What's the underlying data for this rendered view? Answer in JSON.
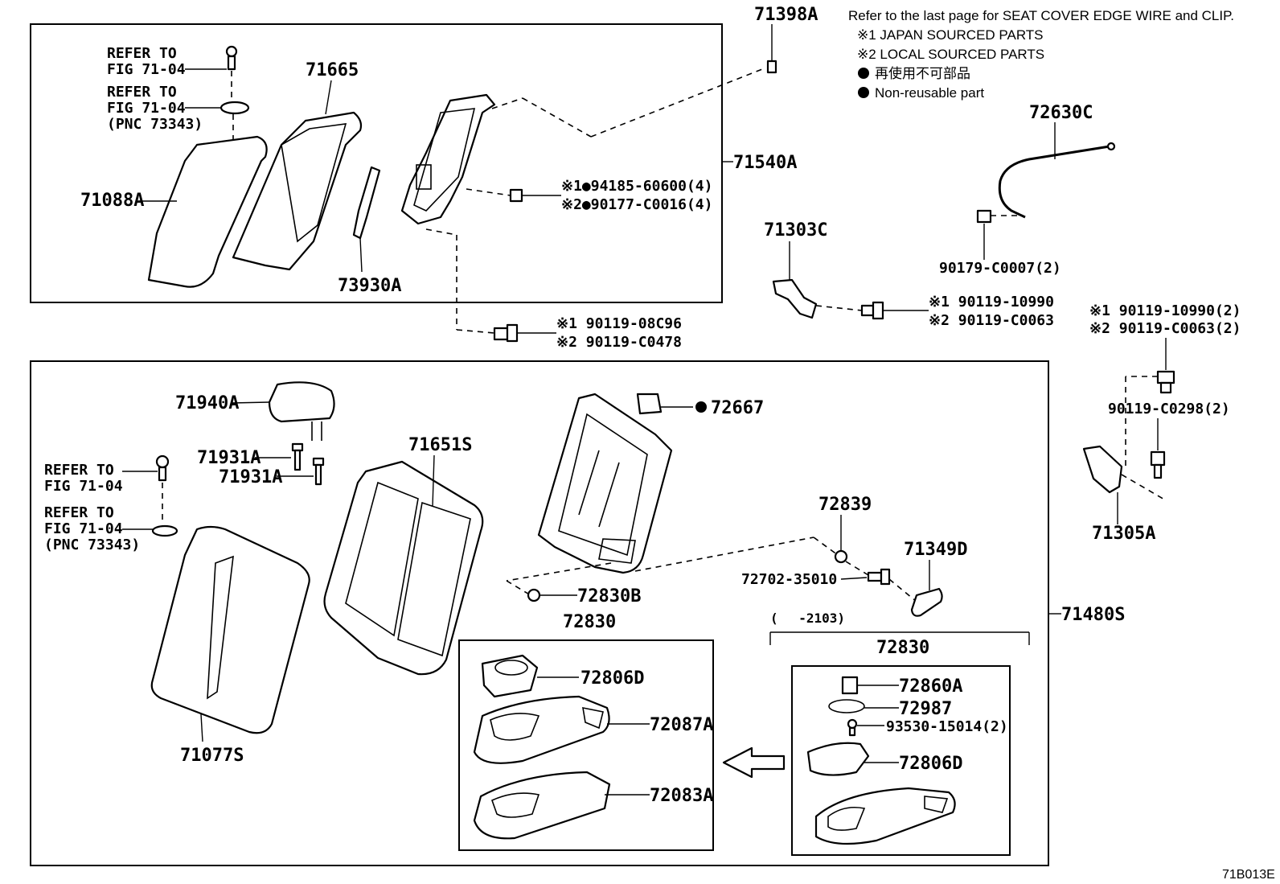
{
  "notes": {
    "refer_last_page": "Refer to the last page for SEAT COVER EDGE WIRE and CLIP.",
    "japan_sourced": "※1 JAPAN SOURCED PARTS",
    "local_sourced": "※2 LOCAL SOURCED PARTS",
    "non_reusable_jp": "再使用不可部品",
    "non_reusable_en": "Non-reusable part"
  },
  "figure_id": "71B013E",
  "refer": {
    "refer_to": "REFER TO",
    "fig": "FIG 71-04",
    "pnc": "(PNC 73343)"
  },
  "upper": {
    "p71398A": "71398A",
    "p71665": "71665",
    "p71088A": "71088A",
    "p73930A": "73930A",
    "p71540A": "71540A",
    "nut1": "※1●94185-60600(4)",
    "nut2": "※2●90177-C0016(4)",
    "bolt1": "※1 90119-08C96",
    "bolt2": "※2 90119-C0478"
  },
  "right_upper": {
    "p72630C": "72630C",
    "p90179": "90179-C0007(2)",
    "p71303C": "71303C",
    "bolt1": "※1 90119-10990",
    "bolt2": "※2 90119-C0063",
    "bolt1b": "※1 90119-10990(2)",
    "bolt2b": "※2 90119-C0063(2)",
    "p90119_c0298": "90119-C0298(2)",
    "p71305A": "71305A"
  },
  "lower": {
    "p71940A": "71940A",
    "p71931A_1": "71931A",
    "p71931A_2": "71931A",
    "p71651S": "71651S",
    "p71077S": "71077S",
    "p72667": "72667",
    "p72839": "72839",
    "p71349D": "71349D",
    "p72702": "72702-35010",
    "p72830B": "72830B",
    "p71480S": "71480S",
    "p72830_left": "72830",
    "p72806D_left": "72806D",
    "p72087A": "72087A",
    "p72083A": "72083A",
    "range": "(　 -2103)",
    "p72830_right": "72830",
    "p72860A": "72860A",
    "p72987": "72987",
    "p93530": "93530-15014(2)",
    "p72806D_right": "72806D"
  }
}
